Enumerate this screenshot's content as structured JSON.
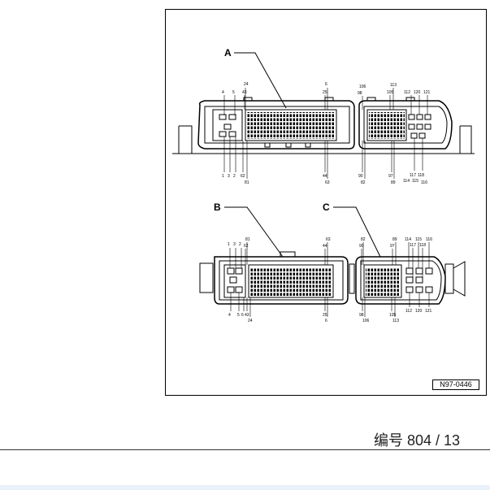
{
  "diagram": {
    "labels": {
      "a": "A",
      "b": "B",
      "c": "C"
    },
    "figure_code": "N97-0446",
    "connector_a_top": [
      "4",
      "5",
      "24",
      "43",
      "6",
      "25",
      "106",
      "98",
      "113",
      "105",
      "112",
      "120",
      "121"
    ],
    "connector_a_bottom": [
      "1",
      "3",
      "2",
      "62",
      "81",
      "44",
      "63",
      "90",
      "82",
      "97",
      "89",
      "114",
      "115",
      "117",
      "118",
      "116"
    ],
    "connector_b_top": [
      "1",
      "3",
      "2",
      "81",
      "62",
      "63",
      "44"
    ],
    "connector_b_bottom": [
      "4",
      "5",
      "6",
      "43",
      "24",
      "25",
      "6"
    ],
    "connector_c_top": [
      "82",
      "90",
      "89",
      "97",
      "114",
      "115",
      "116",
      "117",
      "118"
    ],
    "connector_c_bottom": [
      "98",
      "106",
      "105",
      "113",
      "112",
      "120",
      "121"
    ]
  },
  "footer": {
    "page_label": "编号",
    "page_value": "804 / 13"
  }
}
